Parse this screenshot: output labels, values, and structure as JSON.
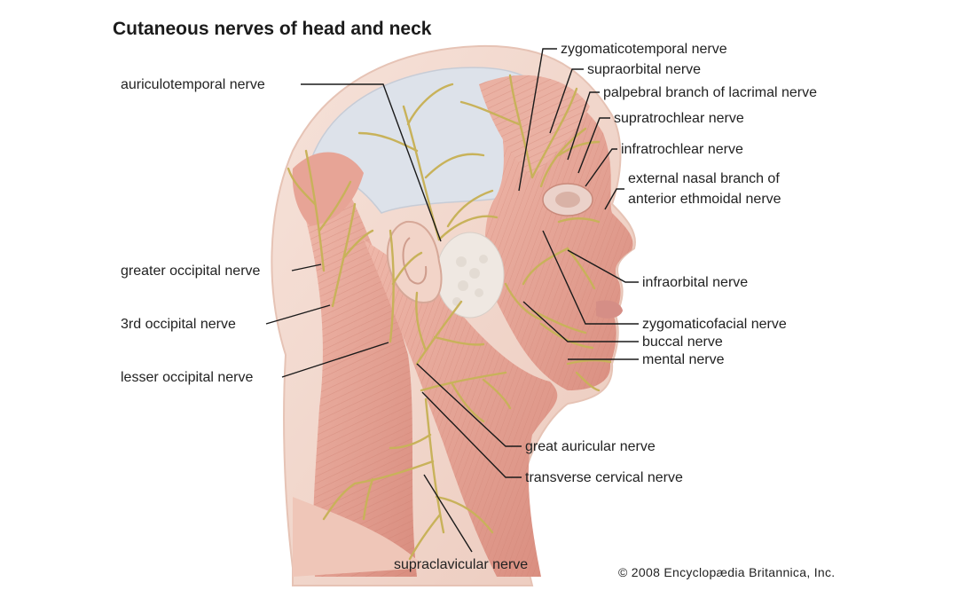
{
  "title": "Cutaneous nerves of head and neck",
  "labels": {
    "zygomaticotemporal": "zygomaticotemporal nerve",
    "supraorbital": "supraorbital nerve",
    "palpebral": "palpebral branch of lacrimal nerve",
    "supratrochlear": "supratrochlear nerve",
    "infratrochlear": "infratrochlear nerve",
    "external_nasal_1": "external nasal branch of",
    "external_nasal_2": "anterior ethmoidal nerve",
    "auriculotemporal": "auriculotemporal nerve",
    "greater_occipital": "greater occipital nerve",
    "third_occipital": "3rd occipital nerve",
    "lesser_occipital": "lesser occipital nerve",
    "infraorbital": "infraorbital nerve",
    "zygomaticofacial": "zygomaticofacial nerve",
    "buccal": "buccal nerve",
    "mental": "mental nerve",
    "great_auricular": "great auricular nerve",
    "transverse_cervical": "transverse cervical nerve",
    "supraclavicular": "supraclavicular nerve"
  },
  "copyright": "© 2008 Encyclopædia Britannica, Inc.",
  "colors": {
    "skin": "#f4dcd2",
    "muscle": "#e8a99c",
    "muscle_dark": "#c9786b",
    "nerve": "#c8b25a",
    "skull": "#dfe3ea",
    "leader": "#1a1a1a"
  }
}
